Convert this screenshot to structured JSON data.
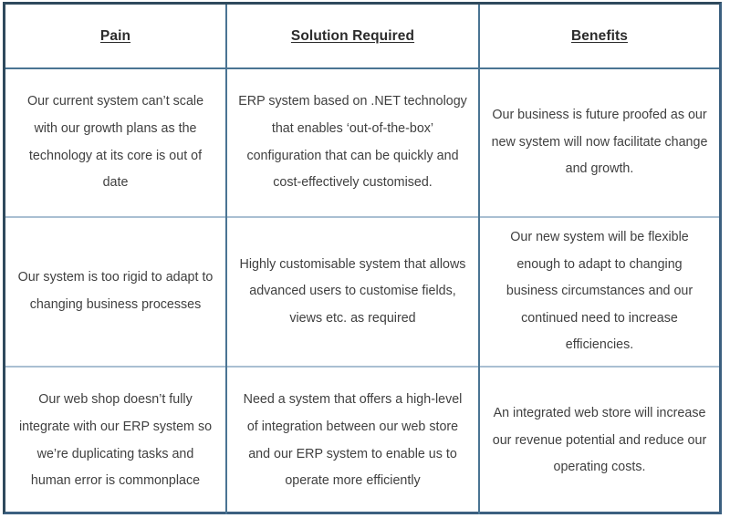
{
  "document": {
    "type": "requirements-matrix-table",
    "colors": {
      "outer_border_dark": "#2f4a5d",
      "outer_border": "#3c6080",
      "column_divider": "#4a7493",
      "row_divider": "#a9bfd2",
      "header_text": "#2b2b2b",
      "body_text": "#404040",
      "background": "#ffffff"
    }
  },
  "table": {
    "headers": [
      {
        "label": "Pain"
      },
      {
        "label": "Solution Required"
      },
      {
        "label": "Benefits"
      }
    ],
    "rows": [
      {
        "pain": "Our current system can’t scale with our growth plans as the technology at its core is out of date",
        "solution": "ERP system based on .NET technology that enables ‘out-of-the-box’ configuration that can be quickly and cost-effectively customised.",
        "benefits": "Our business is future proofed as our new system will now facilitate change and growth."
      },
      {
        "pain": "Our system is too rigid to adapt to changing business processes",
        "solution": "Highly customisable system that allows advanced users to customise fields, views etc. as required",
        "benefits": "Our new system will be flexible enough to adapt to changing business circumstances and our continued need to increase efficiencies."
      },
      {
        "pain": "Our web shop doesn’t fully integrate with our ERP system so we’re duplicating tasks and human error is commonplace",
        "solution": "Need a system that offers a high-level of integration between our web store and our ERP system to enable us to operate more efficiently",
        "benefits": "An integrated web store will increase our revenue potential and reduce our operating costs."
      }
    ]
  }
}
